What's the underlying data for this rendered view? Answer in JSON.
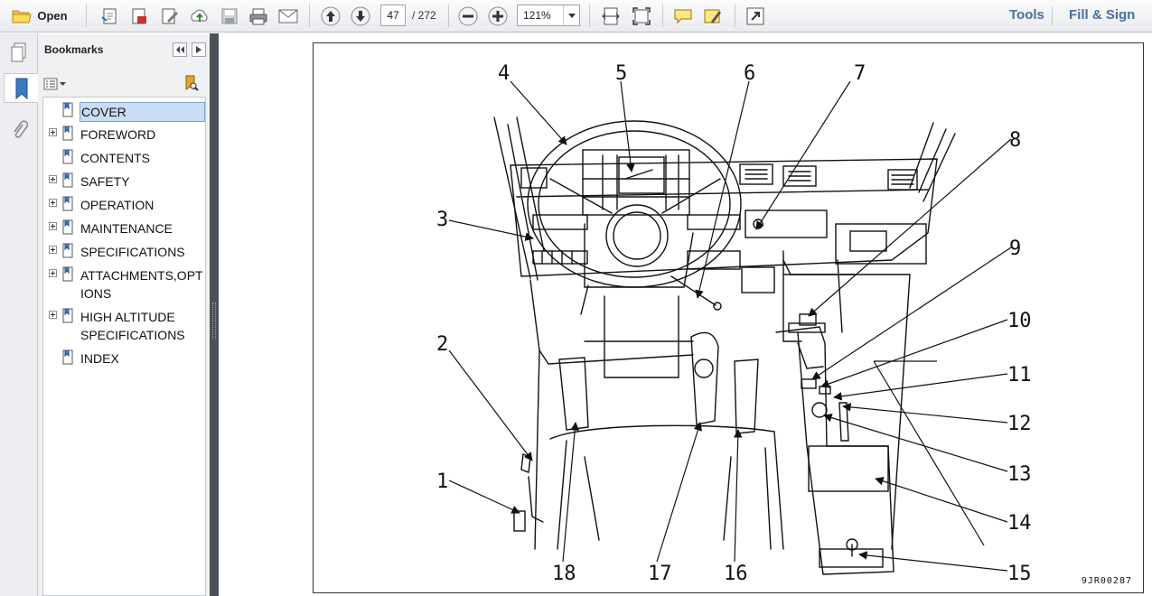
{
  "toolbar": {
    "open_label": "Open",
    "current_page": "47",
    "total_pages": "/ 272",
    "zoom": "121%",
    "tools_label": "Tools",
    "fill_sign_label": "Fill & Sign"
  },
  "bookmarks": {
    "title": "Bookmarks",
    "items": [
      {
        "label": "COVER",
        "expandable": false,
        "selected": true
      },
      {
        "label": "FOREWORD",
        "expandable": true
      },
      {
        "label": "CONTENTS",
        "expandable": false
      },
      {
        "label": "SAFETY",
        "expandable": true
      },
      {
        "label": "OPERATION",
        "expandable": true
      },
      {
        "label": "MAINTENANCE",
        "expandable": true
      },
      {
        "label": "SPECIFICATIONS",
        "expandable": true
      },
      {
        "label": "ATTACHMENTS,OPTIONS",
        "expandable": true
      },
      {
        "label": "HIGH ALTITUDE SPECIFICATIONS",
        "expandable": true
      },
      {
        "label": "INDEX",
        "expandable": false
      }
    ]
  },
  "document": {
    "figure_code": "9JR00287",
    "callouts": [
      "1",
      "2",
      "3",
      "4",
      "5",
      "6",
      "7",
      "8",
      "9",
      "10",
      "11",
      "12",
      "13",
      "14",
      "15",
      "16",
      "17",
      "18"
    ]
  },
  "colors": {
    "accent_link": "#4a6f9c",
    "splitter": "#4c5058",
    "selection": "#c9ddf5"
  }
}
